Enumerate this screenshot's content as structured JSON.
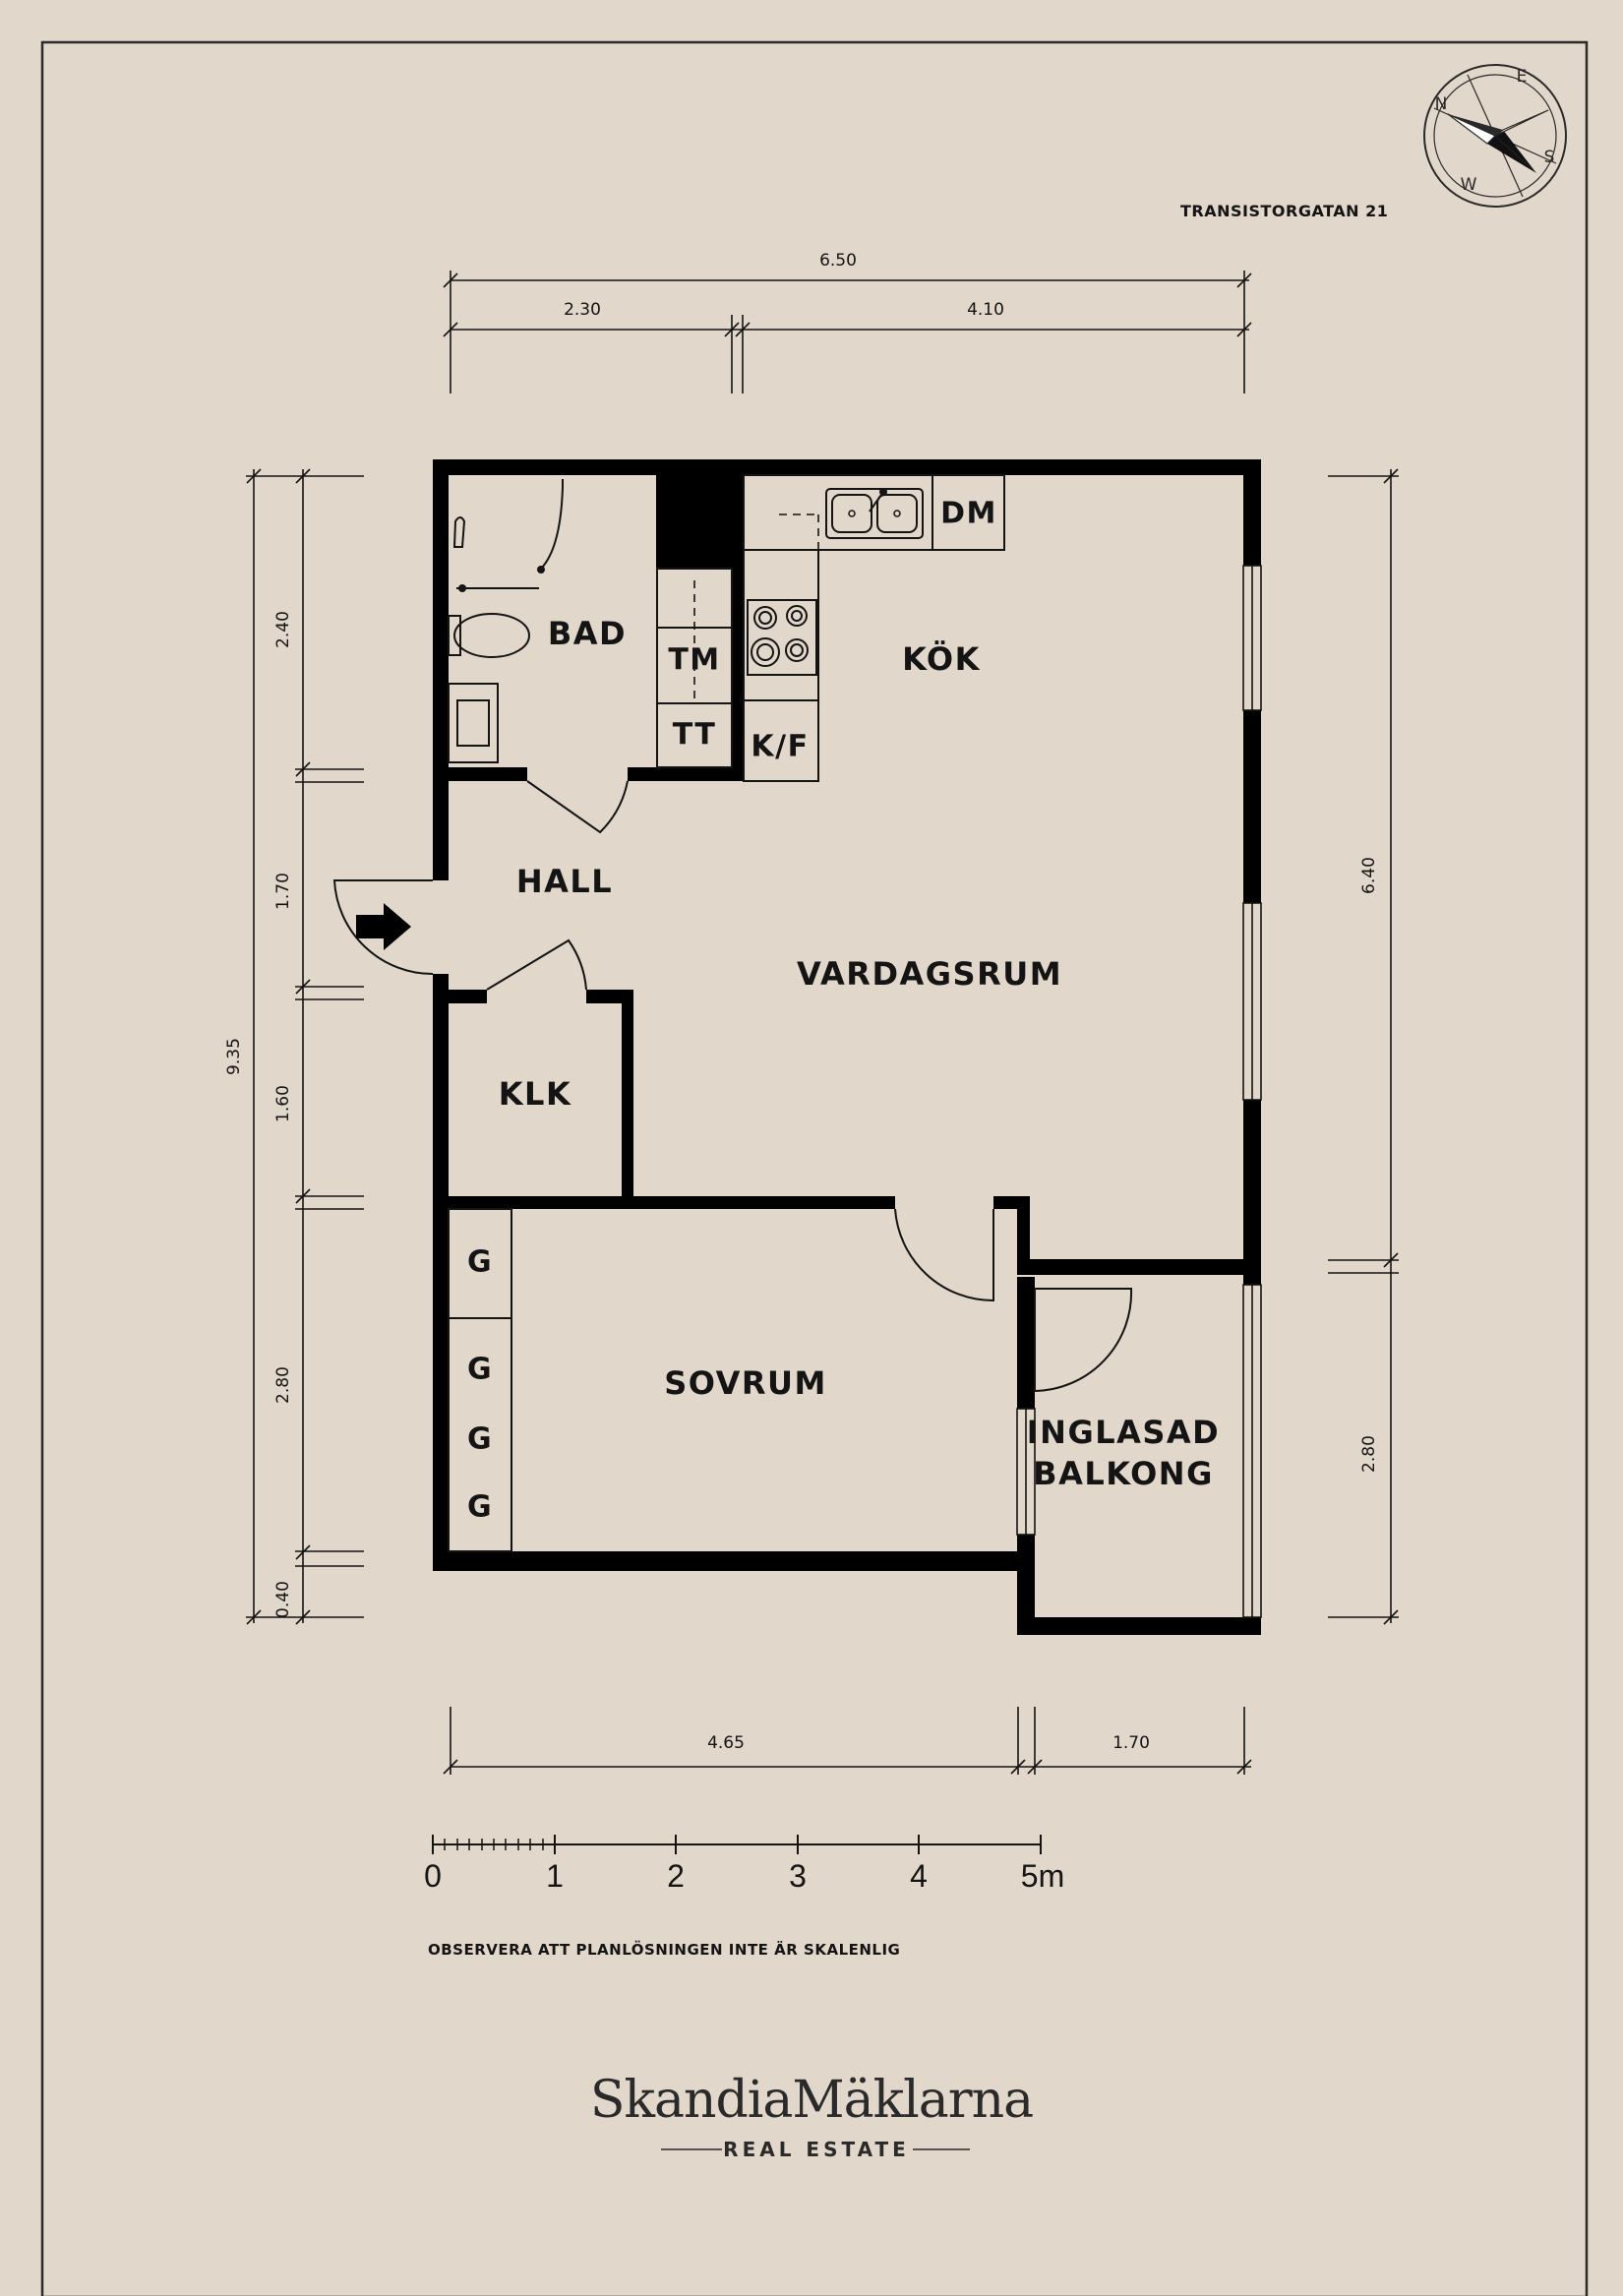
{
  "address": "TRANSISTORGATAN 21",
  "rooms": {
    "bad": "BAD",
    "kok": "KÖK",
    "hall": "HALL",
    "vardagsrum": "VARDAGSRUM",
    "klk": "KLK",
    "sovrum": "SOVRUM",
    "balkong_line1": "INGLASAD",
    "balkong_line2": "BALKONG"
  },
  "fixtures": {
    "tm": "TM",
    "tt": "TT",
    "kf": "K/F",
    "dm": "DM",
    "g": "G"
  },
  "dimensions": {
    "top_total": "6.50",
    "top_left": "2.30",
    "top_right": "4.10",
    "left_total": "9.35",
    "left_1": "2.40",
    "left_2": "1.70",
    "left_3": "1.60",
    "left_4": "2.80",
    "left_5": "0.40",
    "right_1": "6.40",
    "right_2": "2.80",
    "bottom_left": "4.65",
    "bottom_right": "1.70"
  },
  "scale_bar": {
    "labels": [
      "0",
      "1",
      "2",
      "3",
      "4",
      "5m"
    ]
  },
  "compass": {
    "n": "N",
    "e": "E",
    "s": "S",
    "w": "W"
  },
  "disclaimer": "OBSERVERA ATT PLANLÖSNINGEN INTE ÄR SKALENLIG",
  "brand": {
    "name": "SkandiaMäklarna",
    "tagline": "REAL ESTATE"
  },
  "colors": {
    "background": "#e2d7cb",
    "walls": "#000000"
  }
}
